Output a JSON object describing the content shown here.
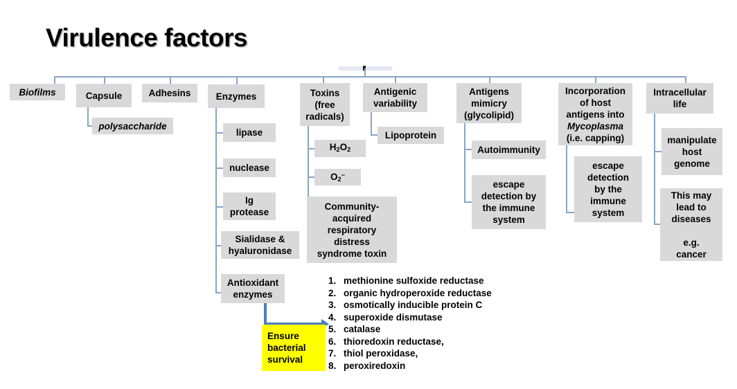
{
  "page": {
    "title": "Virulence factors",
    "background_color": "#ffffff",
    "box_fill": "#d9d9d9",
    "highlight_fill": "#ffff00",
    "connector_color": "#88a4c4",
    "arrow_color": "#4a7ebb"
  },
  "branches": [
    {
      "id": "biofilms",
      "label": "Biofilms",
      "italic": true,
      "children": []
    },
    {
      "id": "capsule",
      "label": "Capsule",
      "italic": false,
      "children": [
        {
          "id": "polysaccharide",
          "label": "polysaccharide",
          "italic": true
        }
      ]
    },
    {
      "id": "adhesins",
      "label": "Adhesins",
      "italic": false,
      "children": []
    },
    {
      "id": "enzymes",
      "label": "Enzymes",
      "italic": false,
      "children": [
        {
          "id": "lipase",
          "label": "lipase"
        },
        {
          "id": "nuclease",
          "label": "nuclease"
        },
        {
          "id": "ig-protease",
          "label": "Ig protease"
        },
        {
          "id": "sialidase-hyaluronidase",
          "label": "Sialidase & hyaluronidase"
        },
        {
          "id": "antioxidant-enzymes",
          "label": "Antioxidant enzymes"
        }
      ]
    },
    {
      "id": "toxins",
      "label": "Toxins (free radicals)",
      "italic": false,
      "children": [
        {
          "id": "hydrogen-peroxide",
          "label": "H2O2",
          "formula": true
        },
        {
          "id": "superoxide",
          "label": "O2-",
          "formula": true
        },
        {
          "id": "cards-toxin",
          "label": "Community-acquired respiratory distress syndrome toxin"
        }
      ]
    },
    {
      "id": "antigenic-variability",
      "label": "Antigenic variability",
      "italic": false,
      "children": [
        {
          "id": "lipoprotein",
          "label": "Lipoprotein"
        }
      ]
    },
    {
      "id": "antigens-mimicry",
      "label": "Antigens mimicry (glycolipid)",
      "italic": false,
      "children": [
        {
          "id": "autoimmunity",
          "label": "Autoimmunity"
        },
        {
          "id": "escape-detection-immune-system-mimicry",
          "label": "escape detection by the immune system"
        }
      ]
    },
    {
      "id": "incorporation-host-antigens",
      "label_parts": [
        "Incorporation of host antigens into ",
        "Mycoplasma",
        " (i.e. capping)"
      ],
      "label": "Incorporation of host antigens into Mycoplasma (i.e. capping)",
      "children": [
        {
          "id": "escape-detection-immune-system-capping",
          "label": "escape detection by the immune system"
        }
      ]
    },
    {
      "id": "intracellular-life",
      "label": "Intracellular life",
      "italic": false,
      "children": [
        {
          "id": "manipulate-host-genome",
          "label": "manipulate host genome"
        },
        {
          "id": "disease-outcome",
          "label": "This may lead to diseases\n\ne.g. cancer"
        }
      ]
    }
  ],
  "boxes": {
    "biofilms": "Biofilms",
    "capsule": "Capsule",
    "polysaccharide": "polysaccharide",
    "adhesins": "Adhesins",
    "enzymes": "Enzymes",
    "lipase": "lipase",
    "nuclease": "nuclease",
    "ig_protease": "Ig\nprotease",
    "sialidase": "Sialidase &\nhyaluronidase",
    "antioxidant": "Antioxidant\nenzymes",
    "toxins": "Toxins\n(free\nradicals)",
    "cards": "Community-\nacquired\nrespiratory\ndistress\nsyndrome toxin",
    "antigenic_variability": "Antigenic\nvariability",
    "lipoprotein": "Lipoprotein",
    "antigens_mimicry": "Antigens\nmimicry\n(glycolipid)",
    "autoimmunity": "Autoimmunity",
    "escape_mimicry": "escape\ndetection by\nthe immune\nsystem",
    "incorporation_pre": "Incorporation\nof host\nantigens into",
    "incorporation_italic": "Mycoplasma",
    "incorporation_post": "(i.e. capping)",
    "escape_capping": "escape\ndetection\nby the\nimmune\nsystem",
    "intracellular": "Intracellular\nlife",
    "manipulate": "manipulate\nhost\ngenome",
    "disease_pre": "This may\nlead to\ndiseases",
    "disease_post": "e.g.\ncancer",
    "ensure_survival": "Ensure\nbacterial\nsurvival"
  },
  "antioxidant_list": {
    "items": [
      {
        "num": "1.",
        "text": "methionine sulfoxide reductase"
      },
      {
        "num": "2.",
        "text": "organic hydroperoxide reductase"
      },
      {
        "num": "3.",
        "text": "osmotically inducible protein C"
      },
      {
        "num": "4.",
        "text": "superoxide dismutase"
      },
      {
        "num": "5.",
        "text": "catalase"
      },
      {
        "num": "6.",
        "text": "thioredoxin reductase,"
      },
      {
        "num": "7.",
        "text": "thiol peroxidase,"
      },
      {
        "num": "8.",
        "text": "peroxiredoxin"
      }
    ]
  }
}
